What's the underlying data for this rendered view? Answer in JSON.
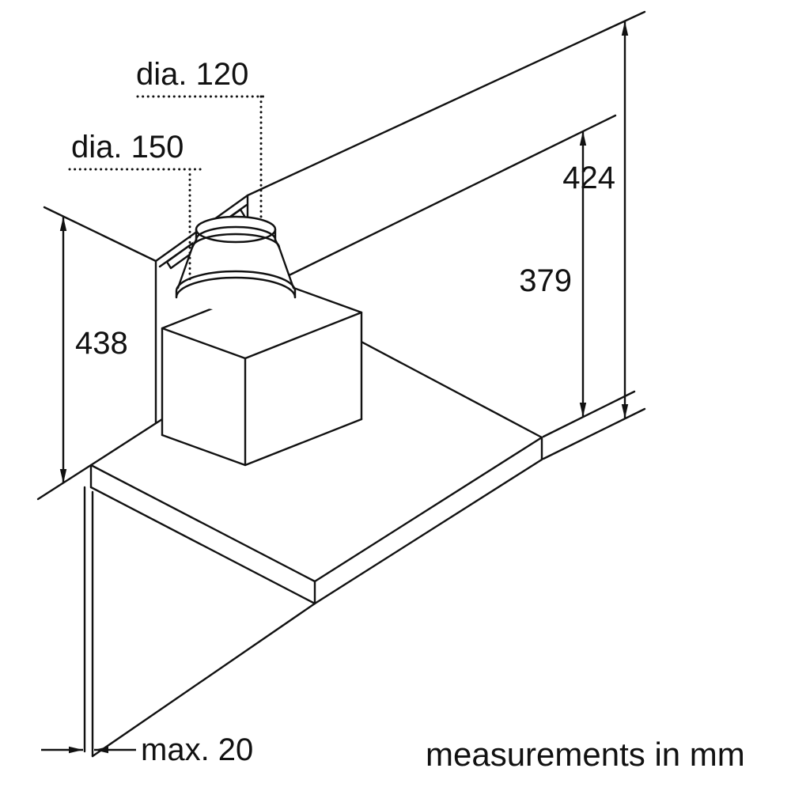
{
  "diagram": {
    "type": "installation-dimension-drawing",
    "footnote": "measurements in mm",
    "labels": {
      "dia_small": "dia. 120",
      "dia_large": "dia. 150",
      "height_left": "438",
      "height_outer": "424",
      "height_inner": "379",
      "wall_max": "max. 20"
    },
    "colors": {
      "line": "#111111",
      "background": "#ffffff"
    }
  }
}
